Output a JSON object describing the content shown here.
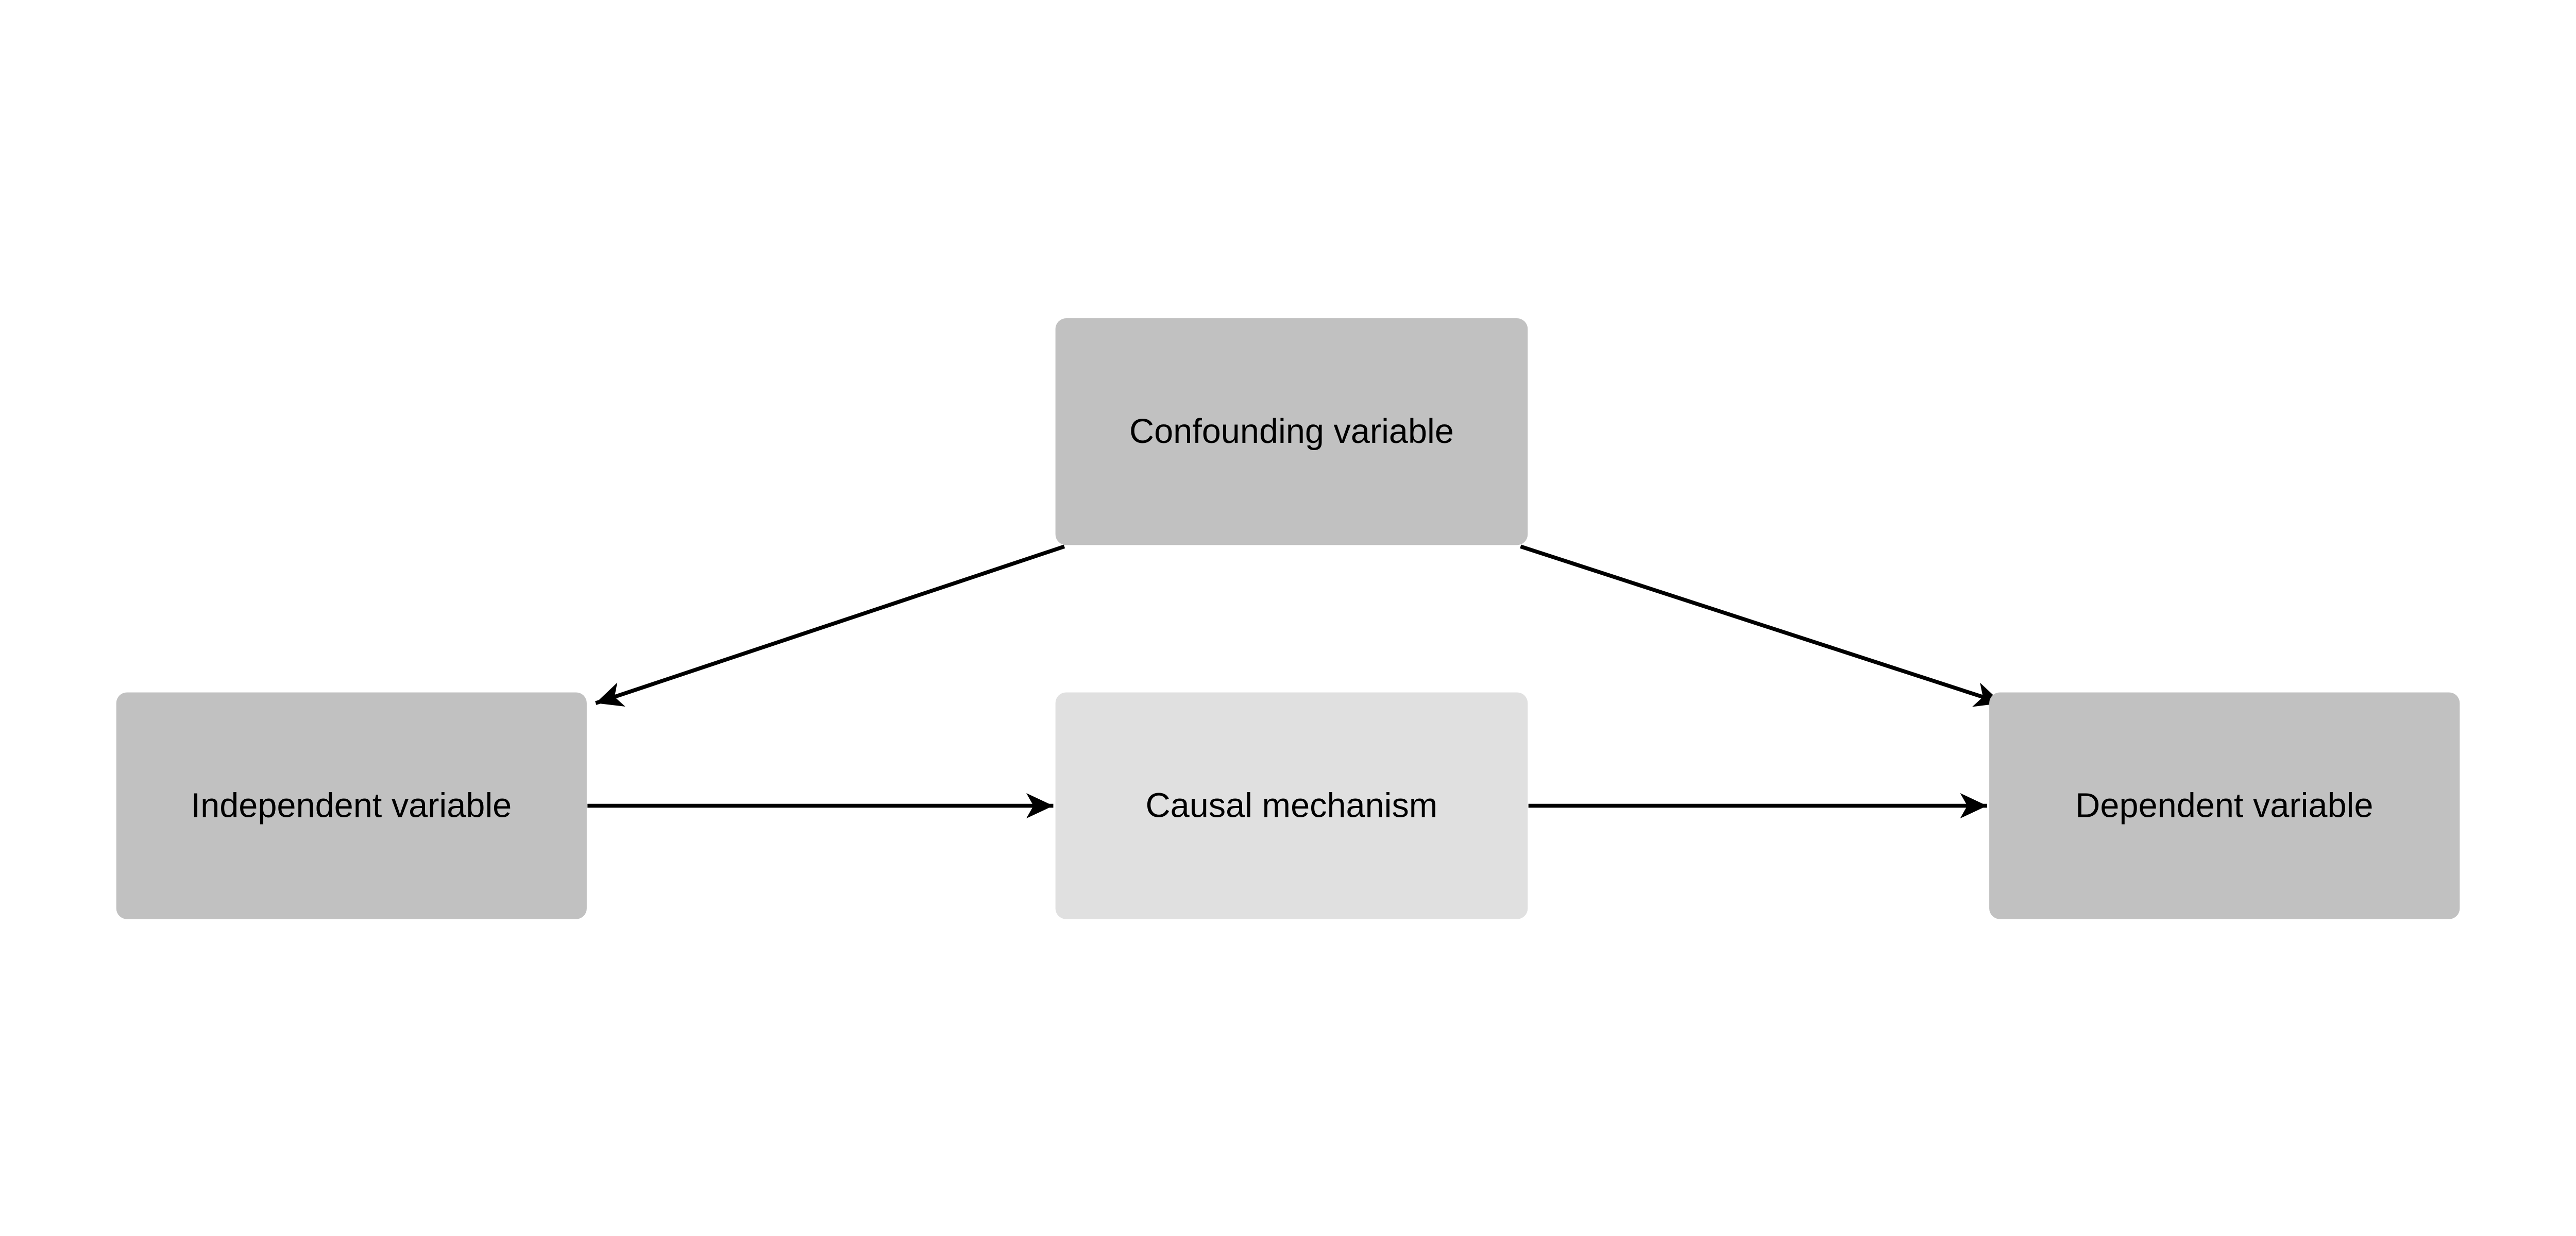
{
  "diagram": {
    "kind": "causal-flow-diagram",
    "background_color": "#ffffff",
    "edge_color": "#000000",
    "nodes": [
      {
        "id": "confounding-variable",
        "label": "Confounding variable",
        "fill": "#c1c1c1",
        "text_color": "#000000"
      },
      {
        "id": "independent-variable",
        "label": "Independent variable",
        "fill": "#c1c1c1",
        "text_color": "#000000"
      },
      {
        "id": "causal-mechanism",
        "label": "Causal mechanism",
        "fill": "#e0e0e0",
        "text_color": "#000000"
      },
      {
        "id": "dependent-variable",
        "label": "Dependent variable",
        "fill": "#c1c1c1",
        "text_color": "#000000"
      }
    ],
    "edges": [
      {
        "from": "confounding-variable",
        "to": "independent-variable"
      },
      {
        "from": "confounding-variable",
        "to": "dependent-variable"
      },
      {
        "from": "independent-variable",
        "to": "causal-mechanism"
      },
      {
        "from": "causal-mechanism",
        "to": "dependent-variable"
      }
    ]
  }
}
